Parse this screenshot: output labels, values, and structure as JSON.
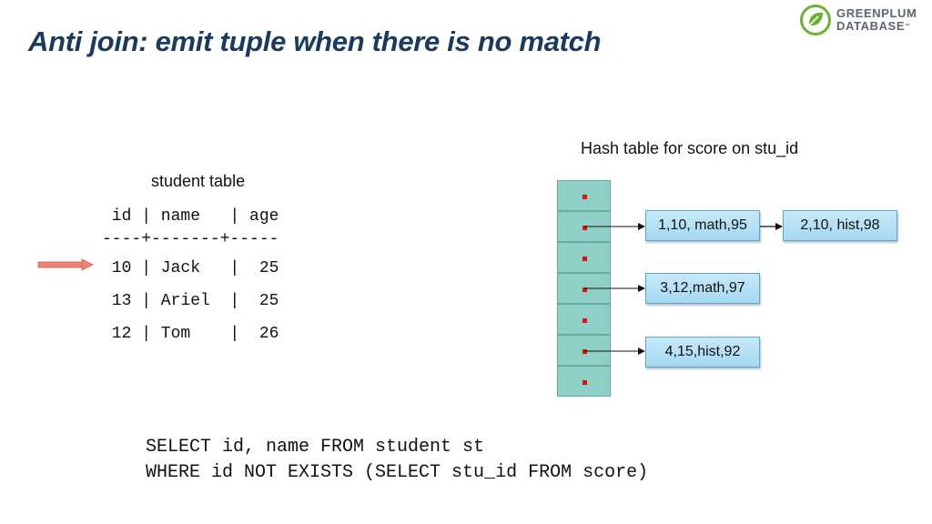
{
  "slide": {
    "title": "Anti join: emit tuple when there is no match"
  },
  "logo": {
    "line1": "GREENPLUM",
    "line2": "DATABASE",
    "brand_color": "#6ab32e"
  },
  "student_table": {
    "caption": "student table",
    "header": " id | name   | age",
    "separator": "----+-------+-----",
    "rows": [
      " 10 | Jack   |  25",
      " 13 | Ariel  |  25",
      " 12 | Tom    |  26"
    ],
    "pointer_row": 0
  },
  "hash_table": {
    "caption": "Hash table for score on stu_id",
    "bucket_count": 7,
    "entries": {
      "e1": "1,10, math,95",
      "e2": "2,10, hist,98",
      "e3": "3,12,math,97",
      "e4": "4,15,hist,92"
    }
  },
  "query": {
    "line1": "SELECT id, name FROM student st",
    "line2": "WHERE id NOT EXISTS (SELECT stu_id FROM score)"
  },
  "colors": {
    "title": "#1b3a5c",
    "bucket_fill": "#8ecfc6",
    "entry_fill": "#b8e2f6",
    "pointer_arrow": "#f08070"
  }
}
